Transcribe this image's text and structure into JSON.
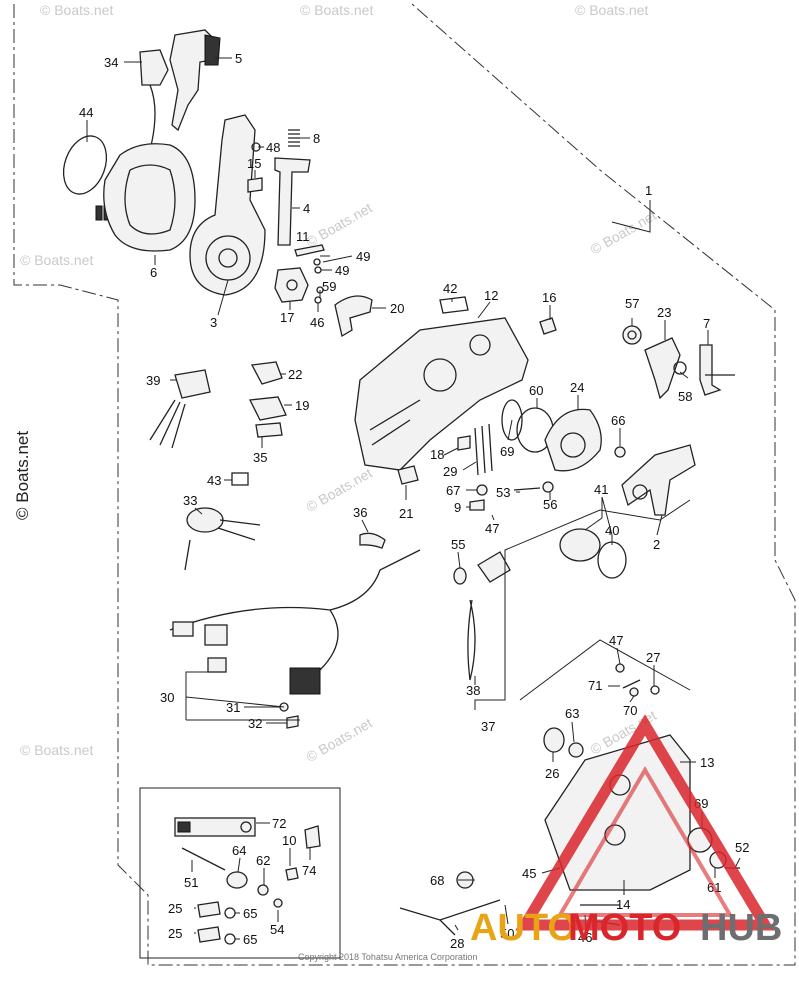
{
  "labels": [
    {
      "id": "34",
      "text": "34"
    },
    {
      "id": "5",
      "text": "5"
    },
    {
      "id": "44",
      "text": "44"
    },
    {
      "id": "48",
      "text": "48"
    },
    {
      "id": "8",
      "text": "8"
    },
    {
      "id": "15",
      "text": "15"
    },
    {
      "id": "4",
      "text": "4"
    },
    {
      "id": "6",
      "text": "6"
    },
    {
      "id": "11",
      "text": "11"
    },
    {
      "id": "49a",
      "text": "49"
    },
    {
      "id": "49b",
      "text": "49"
    },
    {
      "id": "59",
      "text": "59"
    },
    {
      "id": "3",
      "text": "3"
    },
    {
      "id": "17",
      "text": "17"
    },
    {
      "id": "46a",
      "text": "46"
    },
    {
      "id": "20",
      "text": "20"
    },
    {
      "id": "1",
      "text": "1"
    },
    {
      "id": "42",
      "text": "42"
    },
    {
      "id": "12",
      "text": "12"
    },
    {
      "id": "16",
      "text": "16"
    },
    {
      "id": "57",
      "text": "57"
    },
    {
      "id": "23",
      "text": "23"
    },
    {
      "id": "7",
      "text": "7"
    },
    {
      "id": "22",
      "text": "22"
    },
    {
      "id": "39",
      "text": "39"
    },
    {
      "id": "19",
      "text": "19"
    },
    {
      "id": "58",
      "text": "58"
    },
    {
      "id": "60",
      "text": "60"
    },
    {
      "id": "24",
      "text": "24"
    },
    {
      "id": "66",
      "text": "66"
    },
    {
      "id": "35",
      "text": "35"
    },
    {
      "id": "18",
      "text": "18"
    },
    {
      "id": "69a",
      "text": "69"
    },
    {
      "id": "29",
      "text": "29"
    },
    {
      "id": "43",
      "text": "43"
    },
    {
      "id": "67",
      "text": "67"
    },
    {
      "id": "53",
      "text": "53"
    },
    {
      "id": "33",
      "text": "33"
    },
    {
      "id": "21",
      "text": "21"
    },
    {
      "id": "9",
      "text": "9"
    },
    {
      "id": "56",
      "text": "56"
    },
    {
      "id": "41",
      "text": "41"
    },
    {
      "id": "47a",
      "text": "47"
    },
    {
      "id": "36",
      "text": "36"
    },
    {
      "id": "2",
      "text": "2"
    },
    {
      "id": "40",
      "text": "40"
    },
    {
      "id": "55",
      "text": "55"
    },
    {
      "id": "47b",
      "text": "47"
    },
    {
      "id": "27",
      "text": "27"
    },
    {
      "id": "71",
      "text": "71"
    },
    {
      "id": "30",
      "text": "30"
    },
    {
      "id": "38",
      "text": "38"
    },
    {
      "id": "70",
      "text": "70"
    },
    {
      "id": "31",
      "text": "31"
    },
    {
      "id": "32",
      "text": "32"
    },
    {
      "id": "37",
      "text": "37"
    },
    {
      "id": "63",
      "text": "63"
    },
    {
      "id": "26",
      "text": "26"
    },
    {
      "id": "13",
      "text": "13"
    },
    {
      "id": "72",
      "text": "72"
    },
    {
      "id": "10",
      "text": "10"
    },
    {
      "id": "69b",
      "text": "69"
    },
    {
      "id": "74",
      "text": "74"
    },
    {
      "id": "64",
      "text": "64"
    },
    {
      "id": "62",
      "text": "62"
    },
    {
      "id": "52",
      "text": "52"
    },
    {
      "id": "68",
      "text": "68"
    },
    {
      "id": "45",
      "text": "45"
    },
    {
      "id": "61",
      "text": "61"
    },
    {
      "id": "51",
      "text": "51"
    },
    {
      "id": "14",
      "text": "14"
    },
    {
      "id": "25a",
      "text": "25"
    },
    {
      "id": "65a",
      "text": "65"
    },
    {
      "id": "50",
      "text": "50"
    },
    {
      "id": "46b",
      "text": "46"
    },
    {
      "id": "25b",
      "text": "25"
    },
    {
      "id": "65b",
      "text": "65"
    },
    {
      "id": "54",
      "text": "54"
    },
    {
      "id": "28",
      "text": "28"
    }
  ],
  "watermark": {
    "small_text": "© Boats.net",
    "large_text": "© Boats.net"
  },
  "copyright": "Copyright 2018 Tohatsu America Corporation",
  "brand": {
    "part1": "AUTO",
    "part2": "MOTO",
    "part3": "HUB",
    "color_gold": "#e8a317",
    "color_red": "#d9262c",
    "color_gray": "#6d6e70"
  }
}
